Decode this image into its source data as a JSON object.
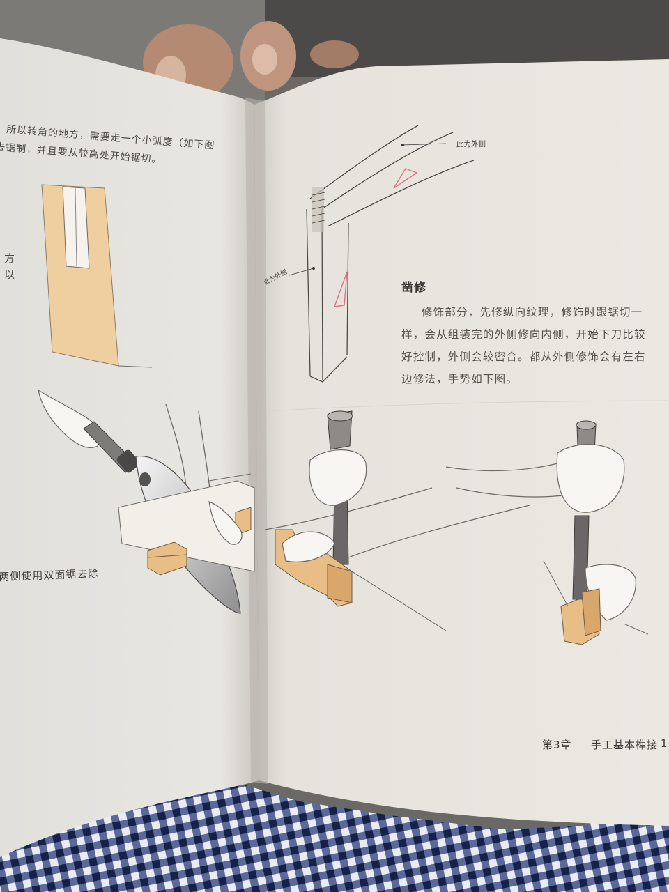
{
  "left_page": {
    "line1": "所以转角的地方，需要走一个小弧度（如下图",
    "line2": "去锯制，并且要从较高处开始锯切。",
    "fragment_a": "方",
    "fragment_b": "以",
    "caption": "两侧使用双面锯去除"
  },
  "right_page": {
    "label_top": "此为外侧",
    "label_side": "此为外侧",
    "section_title": "凿修",
    "para_lines": [
      "修饰部分，先修纵向纹理，修饰时跟锯切一",
      "样，会从组装完的外侧修向内侧，开始下刀比较",
      "好控制，外侧会较密合。都从外侧修饰会有左右",
      "边修法，手势如下图。"
    ],
    "footer_chapter": "第3章",
    "footer_title": "手工基本榫接",
    "footer_page": "1"
  },
  "colors": {
    "wood": "#e9c28f",
    "page": "#e9e6e0",
    "marker": "#e07080"
  }
}
